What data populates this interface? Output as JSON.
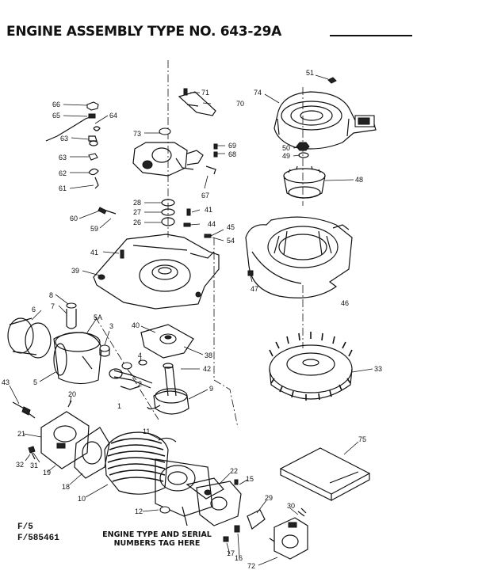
{
  "title": "ENGINE ASSEMBLY TYPE NO. 643-29A",
  "footer": {
    "line1": "F/5",
    "line2": "F/585461"
  },
  "tag_note": {
    "line1": "ENGINE TYPE AND SERIAL",
    "line2": "NUMBERS TAG HERE"
  },
  "callouts": [
    "66",
    "65",
    "64",
    "63",
    "63",
    "62",
    "61",
    "60",
    "59",
    "41",
    "39",
    "71",
    "70",
    "73",
    "69",
    "68",
    "67",
    "28",
    "27",
    "26",
    "41",
    "44",
    "45",
    "54",
    "74",
    "51",
    "50",
    "49",
    "48",
    "47",
    "46",
    "8",
    "7",
    "6",
    "5A",
    "5",
    "3",
    "4",
    "2",
    "1",
    "40",
    "38",
    "42",
    "9",
    "43",
    "33",
    "20",
    "21",
    "31",
    "32",
    "19",
    "18",
    "10",
    "11",
    "12",
    "22",
    "15",
    "29",
    "30",
    "17",
    "16",
    "72",
    "75"
  ]
}
